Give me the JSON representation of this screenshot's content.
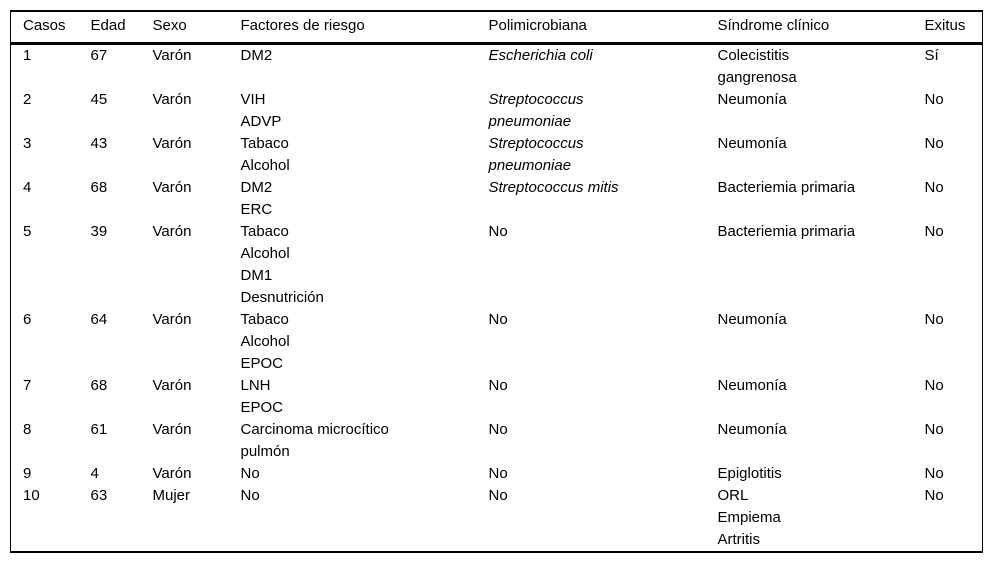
{
  "colors": {
    "text": "#000000",
    "background": "#ffffff",
    "border": "#000000"
  },
  "table": {
    "headers": {
      "casos": "Casos",
      "edad": "Edad",
      "sexo": "Sexo",
      "factores_de_riesgo": "Factores de riesgo",
      "polimicrobiana": "Polimicrobiana",
      "sindrome_clinico": "Síndrome clínico",
      "exitus": "Exitus"
    },
    "rows": [
      {
        "casos": "1",
        "edad": "67",
        "sexo": "Varón",
        "factores_de_riesgo": [
          "DM2"
        ],
        "polimicrobiana": [
          "Escherichia coli"
        ],
        "polimicrobiana_italic": true,
        "sindrome_clinico": [
          "Colecistitis",
          "gangrenosa"
        ],
        "exitus": "Sí"
      },
      {
        "casos": "2",
        "edad": "45",
        "sexo": "Varón",
        "factores_de_riesgo": [
          "VIH",
          "ADVP"
        ],
        "polimicrobiana": [
          "Streptococcus",
          "pneumoniae"
        ],
        "polimicrobiana_italic": true,
        "sindrome_clinico": [
          "Neumonía"
        ],
        "exitus": "No"
      },
      {
        "casos": "3",
        "edad": "43",
        "sexo": "Varón",
        "factores_de_riesgo": [
          "Tabaco",
          "Alcohol"
        ],
        "polimicrobiana": [
          "Streptococcus",
          "pneumoniae"
        ],
        "polimicrobiana_italic": true,
        "sindrome_clinico": [
          "Neumonía"
        ],
        "exitus": "No"
      },
      {
        "casos": "4",
        "edad": "68",
        "sexo": "Varón",
        "factores_de_riesgo": [
          "DM2",
          "ERC"
        ],
        "polimicrobiana": [
          "Streptococcus mitis"
        ],
        "polimicrobiana_italic": true,
        "sindrome_clinico": [
          "Bacteriemia primaria"
        ],
        "exitus": "No"
      },
      {
        "casos": "5",
        "edad": "39",
        "sexo": "Varón",
        "factores_de_riesgo": [
          "Tabaco",
          "Alcohol",
          "DM1",
          "Desnutrición"
        ],
        "polimicrobiana": [
          "No"
        ],
        "polimicrobiana_italic": false,
        "sindrome_clinico": [
          "Bacteriemia primaria"
        ],
        "exitus": "No"
      },
      {
        "casos": "6",
        "edad": "64",
        "sexo": "Varón",
        "factores_de_riesgo": [
          "Tabaco",
          "Alcohol",
          "EPOC"
        ],
        "polimicrobiana": [
          "No"
        ],
        "polimicrobiana_italic": false,
        "sindrome_clinico": [
          "Neumonía"
        ],
        "exitus": "No"
      },
      {
        "casos": "7",
        "edad": "68",
        "sexo": "Varón",
        "factores_de_riesgo": [
          "LNH",
          "EPOC"
        ],
        "polimicrobiana": [
          "No"
        ],
        "polimicrobiana_italic": false,
        "sindrome_clinico": [
          "Neumonía"
        ],
        "exitus": "No"
      },
      {
        "casos": "8",
        "edad": "61",
        "sexo": "Varón",
        "factores_de_riesgo": [
          "Carcinoma microcítico",
          "pulmón"
        ],
        "polimicrobiana": [
          "No"
        ],
        "polimicrobiana_italic": false,
        "sindrome_clinico": [
          "Neumonía"
        ],
        "exitus": "No"
      },
      {
        "casos": "9",
        "edad": "4",
        "sexo": "Varón",
        "factores_de_riesgo": [
          "No"
        ],
        "polimicrobiana": [
          "No"
        ],
        "polimicrobiana_italic": false,
        "sindrome_clinico": [
          "Epiglotitis"
        ],
        "exitus": "No"
      },
      {
        "casos": "10",
        "edad": "63",
        "sexo": "Mujer",
        "factores_de_riesgo": [
          "No"
        ],
        "polimicrobiana": [
          "No"
        ],
        "polimicrobiana_italic": false,
        "sindrome_clinico": [
          "ORL",
          "Empiema",
          "Artritis"
        ],
        "exitus": "No"
      }
    ]
  }
}
